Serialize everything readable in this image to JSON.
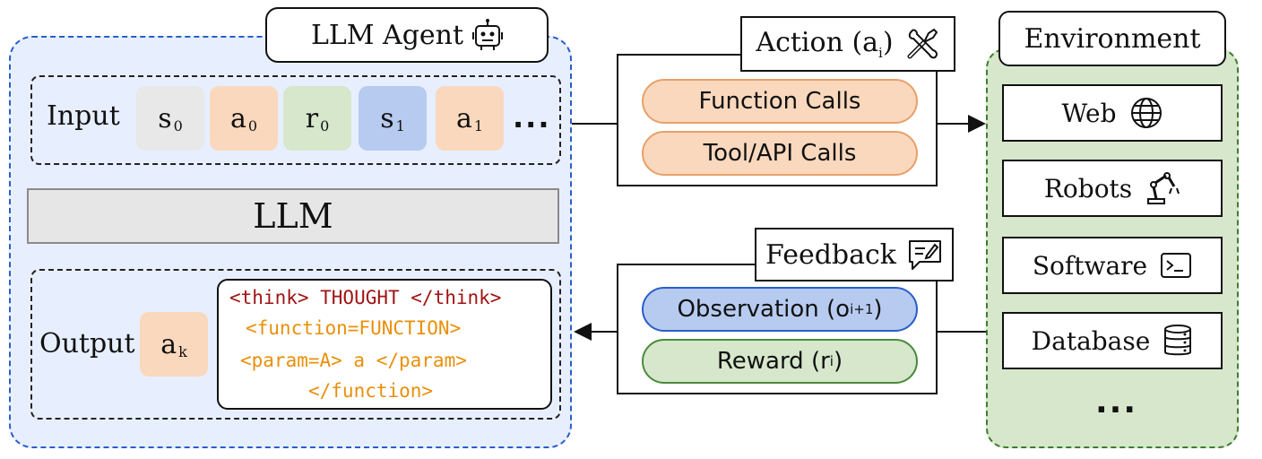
{
  "agent": {
    "title": "LLM Agent",
    "input_label": "Input",
    "tokens": [
      {
        "base": "s",
        "sub": "0"
      },
      {
        "base": "a",
        "sub": "0"
      },
      {
        "base": "r",
        "sub": "0"
      },
      {
        "base": "s",
        "sub": "1"
      },
      {
        "base": "a",
        "sub": "1"
      }
    ],
    "input_ellipsis": "...",
    "llm_label": "LLM",
    "output_label": "Output",
    "output_token": {
      "base": "a",
      "sub": "k"
    },
    "code_lines": [
      "<think> THOUGHT </think>",
      "<function=FUNCTION>",
      "<param=A> a </param>",
      "</function>"
    ],
    "colors": {
      "panel_bg": "#e7efff",
      "panel_border": "#2a5ec8",
      "orange": "#fad8bd",
      "green": "#d6e7cc",
      "blue": "#b7cbf0",
      "gray": "#e8e8e8",
      "code_red": "#a01414",
      "code_orange": "#e8900a"
    },
    "icon": "robot-icon"
  },
  "action": {
    "title": "Action (a",
    "title_sub": "i",
    "title_close": ")",
    "icon": "tools-icon",
    "items": [
      "Function Calls",
      "Tool/API Calls"
    ]
  },
  "feedback": {
    "title": "Feedback",
    "icon": "message-edit-icon",
    "observation": {
      "text": "Observation (o",
      "sub": "i+1",
      "close": ")"
    },
    "reward": {
      "text": "Reward (r",
      "sub": "i",
      "close": ")"
    }
  },
  "environment": {
    "title": "Environment",
    "items": [
      {
        "label": "Web",
        "icon": "globe-icon"
      },
      {
        "label": "Robots",
        "icon": "robot-arm-icon"
      },
      {
        "label": "Software",
        "icon": "terminal-icon"
      },
      {
        "label": "Database",
        "icon": "database-icon"
      }
    ],
    "ellipsis": "...",
    "colors": {
      "panel_bg": "#d7e7cb",
      "panel_border": "#3d7d2f"
    }
  }
}
